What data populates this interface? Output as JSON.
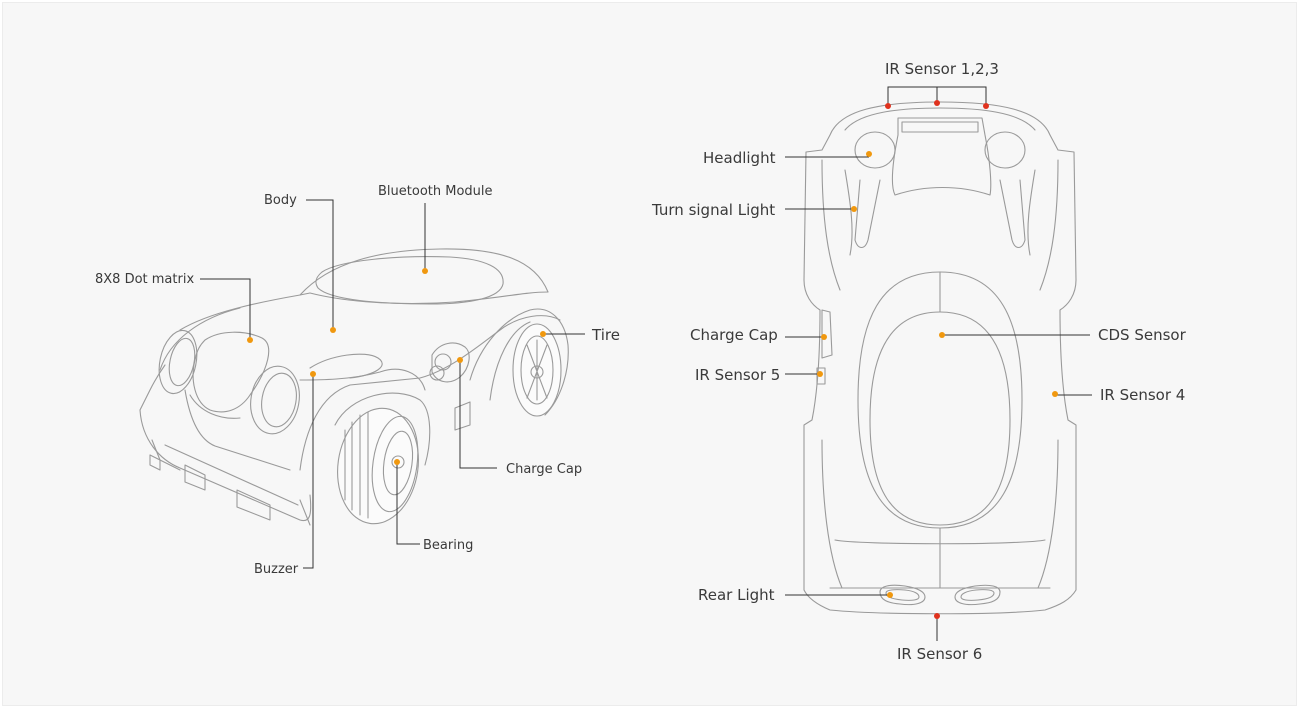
{
  "colors": {
    "background": "#f7f7f7",
    "line": "#9a9a9a",
    "label_text": "#3a3a3a",
    "dot_orange": "#f0980f",
    "dot_red": "#e0321e"
  },
  "perspective_view": {
    "labels": {
      "dot_matrix": "8X8 Dot matrix",
      "body": "Body",
      "bluetooth": "Bluetooth Module",
      "tire": "Tire",
      "charge_cap": "Charge Cap",
      "bearing": "Bearing",
      "buzzer": "Buzzer"
    }
  },
  "top_view": {
    "labels": {
      "ir_123": "IR Sensor 1,2,3",
      "headlight": "Headlight",
      "turn_signal": "Turn signal Light",
      "charge_cap": "Charge Cap",
      "ir_5": "IR Sensor 5",
      "cds": "CDS Sensor",
      "ir_4": "IR Sensor 4",
      "rear_light": "Rear Light",
      "ir_6": "IR Sensor 6"
    }
  }
}
